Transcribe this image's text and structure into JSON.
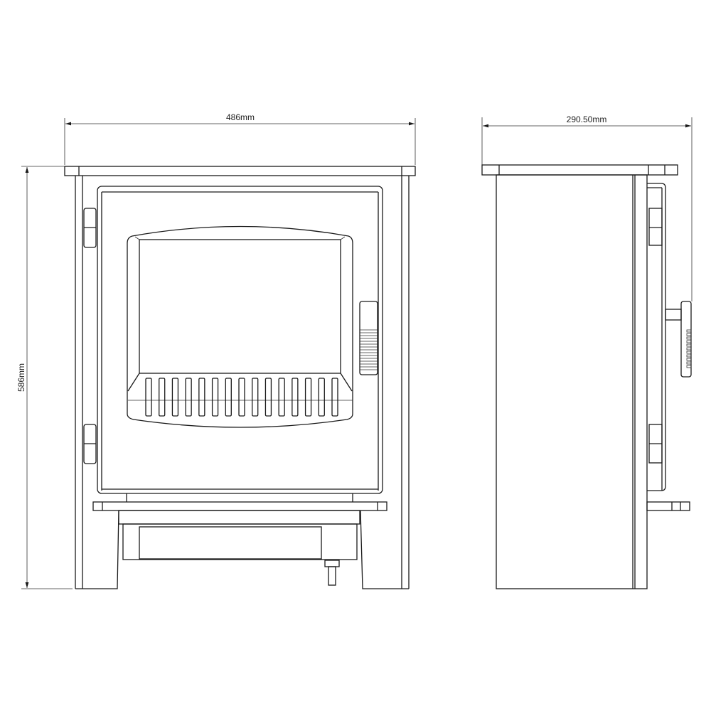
{
  "drawing": {
    "front_view": {
      "width_label": "486mm",
      "height_label": "586mm",
      "louvre_count": 15
    },
    "side_view": {
      "depth_label": "290.50mm"
    },
    "line_color": "#1a1a1a",
    "background_color": "#ffffff"
  }
}
